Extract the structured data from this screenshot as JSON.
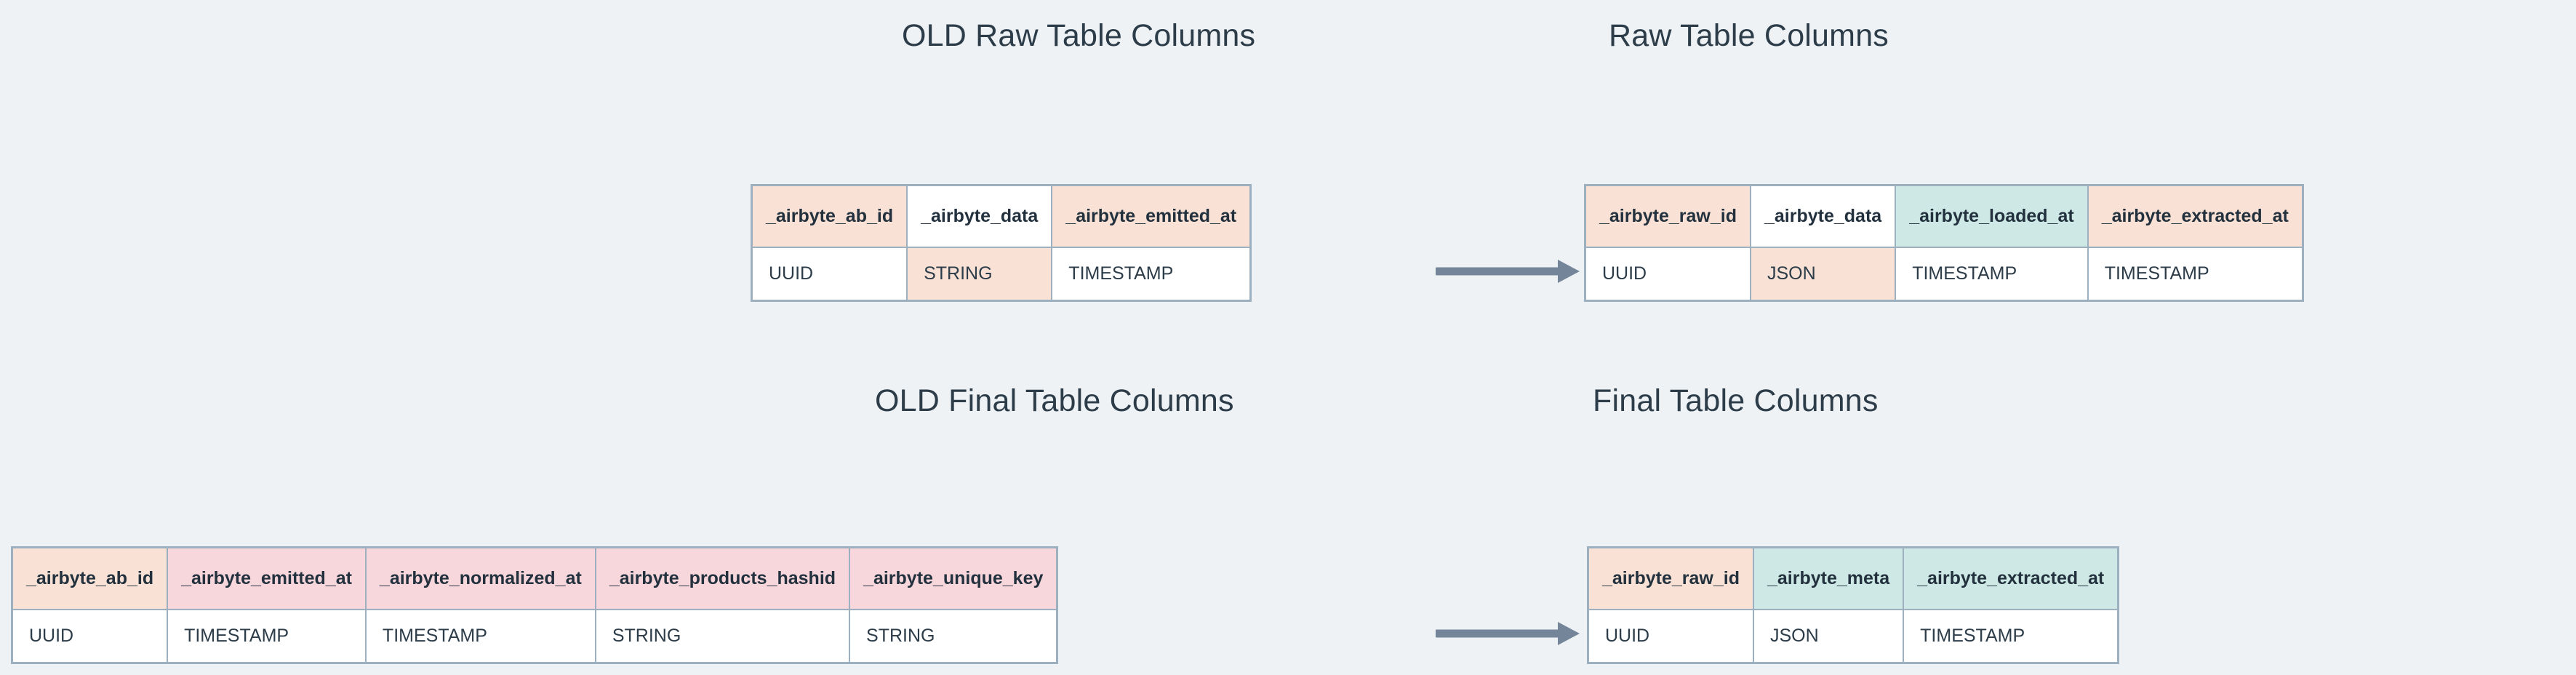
{
  "page": {
    "background_color": "#eef2f5",
    "text_color": "#2c3c49",
    "border_color": "#9cb0c0",
    "arrow_color": "#74859a",
    "fills": {
      "peach": "#f9e2d5",
      "pink": "#f7d6dc",
      "mint": "#cee9e5",
      "white": "#ffffff"
    }
  },
  "sections": {
    "old_raw": {
      "title": "OLD Raw Table Columns",
      "columns": [
        {
          "name": "_airbyte_ab_id",
          "type": "UUID",
          "header_fill": "peach",
          "cell_fill": "white"
        },
        {
          "name": "_airbyte_data",
          "type": "STRING",
          "header_fill": "white",
          "cell_fill": "peach"
        },
        {
          "name": "_airbyte_emitted_at",
          "type": "TIMESTAMP",
          "header_fill": "peach",
          "cell_fill": "white"
        }
      ]
    },
    "new_raw": {
      "title": "Raw Table Columns",
      "columns": [
        {
          "name": "_airbyte_raw_id",
          "type": "UUID",
          "header_fill": "peach",
          "cell_fill": "white"
        },
        {
          "name": "_airbyte_data",
          "type": "JSON",
          "header_fill": "white",
          "cell_fill": "peach"
        },
        {
          "name": "_airbyte_loaded_at",
          "type": "TIMESTAMP",
          "header_fill": "mint",
          "cell_fill": "white"
        },
        {
          "name": "_airbyte_extracted_at",
          "type": "TIMESTAMP",
          "header_fill": "peach",
          "cell_fill": "white"
        }
      ]
    },
    "old_final": {
      "title": "OLD Final Table Columns",
      "columns": [
        {
          "name": "_airbyte_ab_id",
          "type": "UUID",
          "header_fill": "peach",
          "cell_fill": "white"
        },
        {
          "name": "_airbyte_emitted_at",
          "type": "TIMESTAMP",
          "header_fill": "pink",
          "cell_fill": "white"
        },
        {
          "name": "_airbyte_normalized_at",
          "type": "TIMESTAMP",
          "header_fill": "pink",
          "cell_fill": "white"
        },
        {
          "name": "_airbyte_products_hashid",
          "type": "STRING",
          "header_fill": "pink",
          "cell_fill": "white"
        },
        {
          "name": "_airbyte_unique_key",
          "type": "STRING",
          "header_fill": "pink",
          "cell_fill": "white"
        }
      ]
    },
    "new_final": {
      "title": "Final Table Columns",
      "columns": [
        {
          "name": "_airbyte_raw_id",
          "type": "UUID",
          "header_fill": "peach",
          "cell_fill": "white"
        },
        {
          "name": "_airbyte_meta",
          "type": "JSON",
          "header_fill": "mint",
          "cell_fill": "white"
        },
        {
          "name": "_airbyte_extracted_at",
          "type": "TIMESTAMP",
          "header_fill": "mint",
          "cell_fill": "white"
        }
      ]
    }
  },
  "arrows": [
    {
      "id": "arrow-raw",
      "from": "old_raw",
      "to": "new_raw",
      "direction": "right"
    },
    {
      "id": "arrow-final",
      "from": "old_final",
      "to": "new_final",
      "direction": "right"
    }
  ]
}
